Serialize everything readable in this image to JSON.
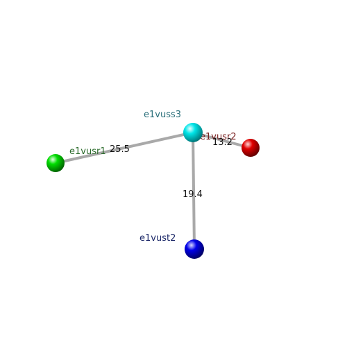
{
  "nodes": [
    {
      "id": "e1vuss3",
      "label": "e1vuss3",
      "color": "#00e5e8",
      "label_color": "#2a6f7a"
    },
    {
      "id": "e1vusr2",
      "label": "e1vusr2",
      "color": "#e00000",
      "label_color": "#7a2020"
    },
    {
      "id": "e1vusr1",
      "label": "e1vusr1",
      "color": "#00dd00",
      "label_color": "#2a6a2a"
    },
    {
      "id": "e1vust2",
      "label": "e1vust2",
      "color": "#0000e8",
      "label_color": "#1e2a6a"
    }
  ],
  "edges": [
    {
      "from": "e1vuss3",
      "to": "e1vusr2",
      "label": "13.2"
    },
    {
      "from": "e1vuss3",
      "to": "e1vusr1",
      "label": "25.5"
    },
    {
      "from": "e1vuss3",
      "to": "e1vust2",
      "label": "19.4"
    }
  ],
  "colors": {
    "edge": "#aaaaaa",
    "edge_label": "#111111"
  }
}
